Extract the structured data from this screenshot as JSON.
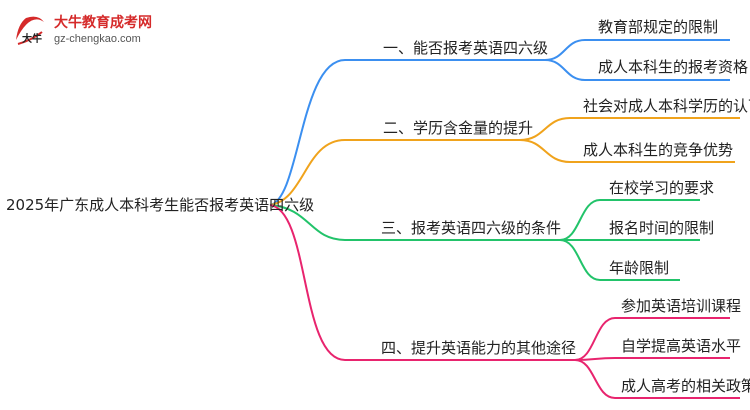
{
  "logo": {
    "name": "大牛教育成考网",
    "url": "gz-chengkao.com",
    "mark_text": "大牛"
  },
  "root": "2025年广东成人本科考生能否报考英语四六级",
  "branches": [
    {
      "label": "一、能否报考英语四六级",
      "color": "#3b8ff0",
      "leaves": [
        "教育部规定的限制",
        "成人本科生的报考资格"
      ]
    },
    {
      "label": "二、学历含金量的提升",
      "color": "#f0a31c",
      "leaves": [
        "社会对成人本科学历的认可",
        "成人本科生的竞争优势"
      ]
    },
    {
      "label": "三、报考英语四六级的条件",
      "color": "#22c36a",
      "leaves": [
        "在校学习的要求",
        "报名时间的限制",
        "年龄限制"
      ]
    },
    {
      "label": "四、提升英语能力的其他途径",
      "color": "#e8246e",
      "leaves": [
        "参加英语培训课程",
        "自学提高英语水平",
        "成人高考的相关政策"
      ]
    }
  ]
}
